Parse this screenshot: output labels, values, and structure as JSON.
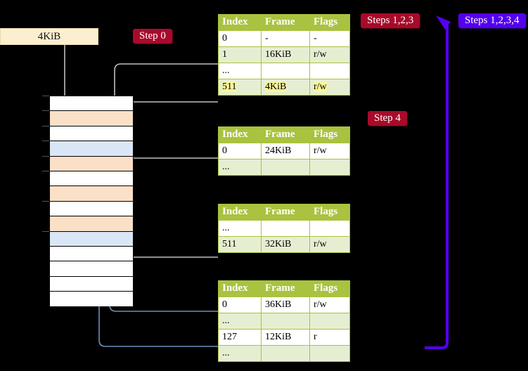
{
  "labels": {
    "size_box": "4KiB",
    "step0": "Step 0",
    "steps123": "Steps 1,2,3",
    "steps1234": "Steps 1,2,3,4",
    "step4": "Step 4"
  },
  "colors": {
    "table_header": "#A9C23F",
    "table_alt_row": "#E6EED2",
    "highlight": "#FAF69B",
    "chip_red": "#A80A2A",
    "chip_blue": "#5500EE",
    "chip_cream": "#FCEFD0",
    "mem_orange": "#FBE0C8",
    "mem_blue": "#D9E6F6",
    "wire_gray": "#BFBFBF",
    "wire_blue": "#6E8FC0"
  },
  "columns": [
    "Index",
    "Frame",
    "Flags"
  ],
  "tables": [
    {
      "name": "pml4-table",
      "rows": [
        {
          "style": "plain",
          "index": "0",
          "frame": "-",
          "flags": "-",
          "highlight": false
        },
        {
          "style": "alt",
          "index": "1",
          "frame": "16KiB",
          "flags": "r/w",
          "highlight": false
        },
        {
          "style": "plain",
          "index": "...",
          "frame": "",
          "flags": "",
          "highlight": false
        },
        {
          "style": "alt",
          "index": "511",
          "frame": "4KiB",
          "flags": "r/w",
          "highlight": true
        }
      ]
    },
    {
      "name": "pdp-table",
      "rows": [
        {
          "style": "plain",
          "index": "0",
          "frame": "24KiB",
          "flags": "r/w",
          "highlight": false
        },
        {
          "style": "alt",
          "index": "...",
          "frame": "",
          "flags": "",
          "highlight": false
        }
      ]
    },
    {
      "name": "pd-table",
      "rows": [
        {
          "style": "plain",
          "index": "...",
          "frame": "",
          "flags": "",
          "highlight": false
        },
        {
          "style": "alt",
          "index": "511",
          "frame": "32KiB",
          "flags": "r/w",
          "highlight": false
        }
      ]
    },
    {
      "name": "pt-table",
      "rows": [
        {
          "style": "plain",
          "index": "0",
          "frame": "36KiB",
          "flags": "r/w",
          "highlight": false
        },
        {
          "style": "alt",
          "index": "...",
          "frame": "",
          "flags": "",
          "highlight": false
        },
        {
          "style": "plain",
          "index": "127",
          "frame": "12KiB",
          "flags": "r",
          "highlight": false
        },
        {
          "style": "alt",
          "index": "...",
          "frame": "",
          "flags": "",
          "highlight": false
        }
      ]
    }
  ],
  "memory": {
    "name": "physical-memory-column",
    "cells": [
      {
        "fill": "white"
      },
      {
        "fill": "orange"
      },
      {
        "fill": "white"
      },
      {
        "fill": "blue"
      },
      {
        "fill": "orange"
      },
      {
        "fill": "white"
      },
      {
        "fill": "orange"
      },
      {
        "fill": "white"
      },
      {
        "fill": "orange"
      },
      {
        "fill": "blue"
      },
      {
        "fill": "white"
      },
      {
        "fill": "white"
      },
      {
        "fill": "white"
      },
      {
        "fill": "white"
      }
    ],
    "ticks": [
      136,
      157,
      179,
      200,
      222,
      243,
      286,
      329
    ]
  }
}
